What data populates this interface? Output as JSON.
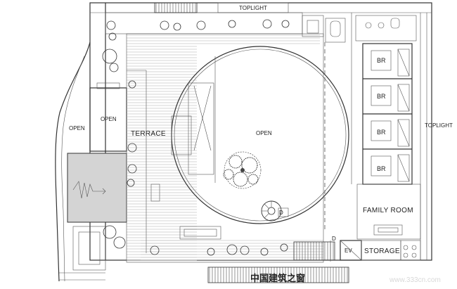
{
  "labels": {
    "toplight_top": "TOPLIGHT",
    "toplight_right": "TOPLIGHT",
    "open_left": "OPEN",
    "open_mid": "OPEN",
    "open_court": "OPEN",
    "terrace": "TERRACE",
    "br_1": "BR",
    "br_2": "BR",
    "br_3": "BR",
    "br_4": "BR",
    "family_room": "FAMILY ROOM",
    "storage": "STORAGE",
    "ev": "EV",
    "d_stair": "D",
    "d_main": "D"
  },
  "watermark": {
    "text": "中国建筑之窗",
    "url": "www.333cn.com"
  },
  "colors": {
    "line": "#333333",
    "void_fill": "#d4d4d4",
    "deck_hatch": "#c7c7c7"
  }
}
